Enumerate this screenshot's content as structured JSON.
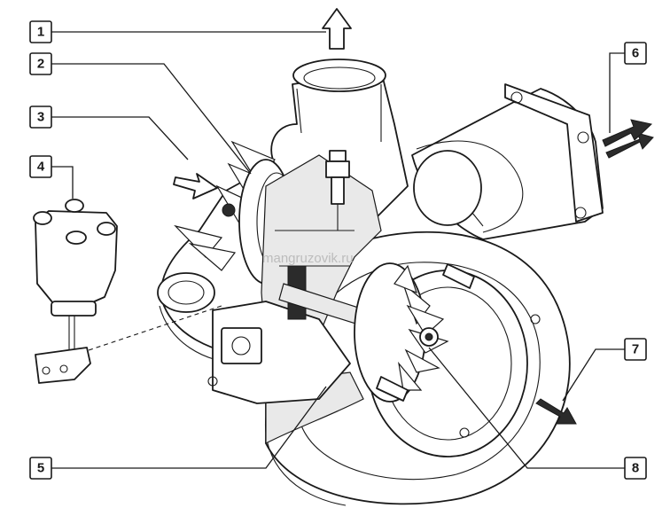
{
  "callouts": [
    {
      "id": "1",
      "label": "1"
    },
    {
      "id": "2",
      "label": "2"
    },
    {
      "id": "3",
      "label": "3"
    },
    {
      "id": "4",
      "label": "4"
    },
    {
      "id": "5",
      "label": "5"
    },
    {
      "id": "6",
      "label": "6"
    },
    {
      "id": "7",
      "label": "7"
    },
    {
      "id": "8",
      "label": "8"
    }
  ],
  "watermark": "mangruzovik.ru"
}
